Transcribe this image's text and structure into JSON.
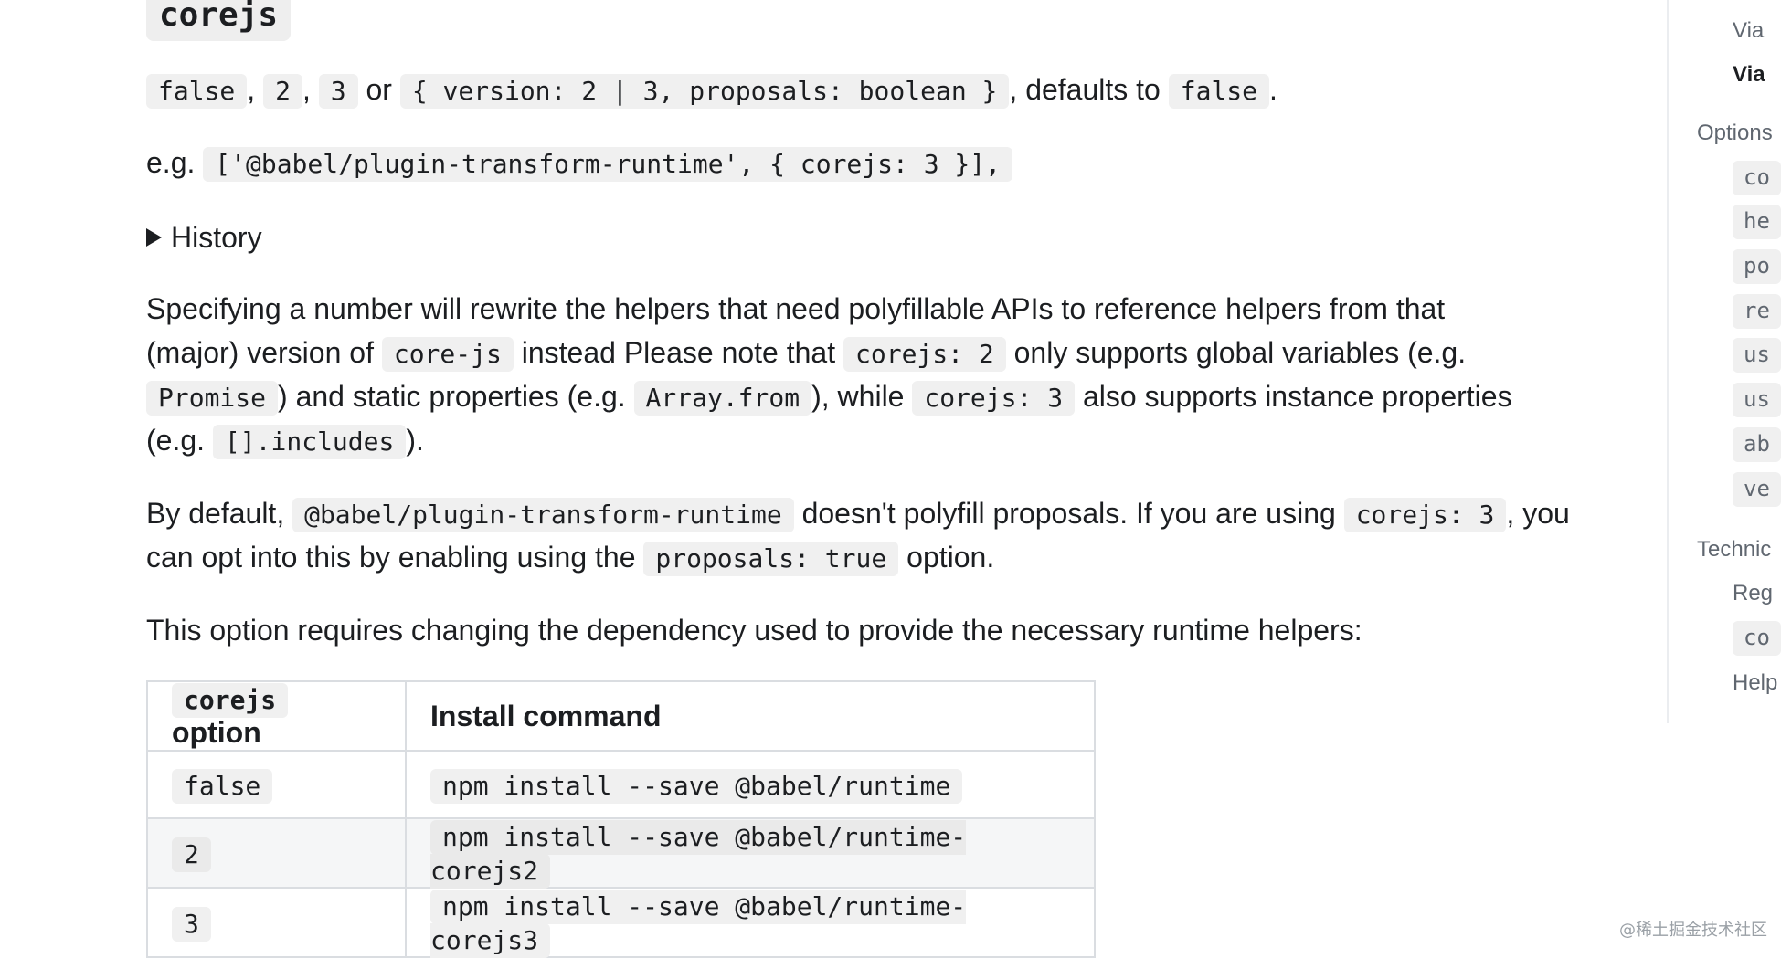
{
  "heading": "corejs",
  "type_line": {
    "v1": "false",
    "sep1": ",",
    "v2": "2",
    "sep2": ",",
    "v3": "3",
    "or": "or",
    "v4": "{ version: 2 | 3, proposals: boolean }",
    "defaults_to": ", defaults to",
    "default_value": "false",
    "end": "."
  },
  "example": {
    "prefix": "e.g.",
    "code": "['@babel/plugin-transform-runtime', { corejs: 3 }],"
  },
  "history_label": "History",
  "para1": {
    "l1": "Specifying a number will rewrite the helpers that need polyfillable APIs to reference helpers from that",
    "l2_a": "(major) version of",
    "l2_code1": "core-js",
    "l2_b": "instead Please note that",
    "l2_code2": "corejs: 2",
    "l2_c": "only supports global variables (e.g.",
    "l3_code1": "Promise",
    "l3_a": ") and static properties (e.g.",
    "l3_code2": "Array.from",
    "l3_b": "), while",
    "l3_code3": "corejs: 3",
    "l3_c": "also supports instance properties",
    "l4_a": "(e.g.",
    "l4_code": "[].includes",
    "l4_b": ")."
  },
  "para2": {
    "l1_a": "By default,",
    "l1_code1": "@babel/plugin-transform-runtime",
    "l1_b": "doesn't polyfill proposals. If you are using",
    "l1_code2": "corejs: 3",
    "l1_c": ", you",
    "l2_a": "can opt into this by enabling using the",
    "l2_code": "proposals: true",
    "l2_b": "option."
  },
  "para3": "This option requires changing the dependency used to provide the necessary runtime helpers:",
  "table": {
    "header_code": "corejs",
    "header_option": "option",
    "header_install": "Install command",
    "rows": [
      {
        "option": "false",
        "command": "npm install --save @babel/runtime"
      },
      {
        "option": "2",
        "command": "npm install --save @babel/runtime-corejs2"
      },
      {
        "option": "3",
        "command": "npm install --save @babel/runtime-corejs3"
      }
    ]
  },
  "toc": {
    "via1": "Via",
    "via2": "Via",
    "options": "Options",
    "opt_codes": [
      "co",
      "he",
      "po",
      "re",
      "us",
      "us",
      "ab",
      "ve"
    ],
    "technical": "Technic",
    "reg": "Reg",
    "co_code": "co",
    "help": "Help"
  },
  "watermark": "@稀土掘金技术社区"
}
